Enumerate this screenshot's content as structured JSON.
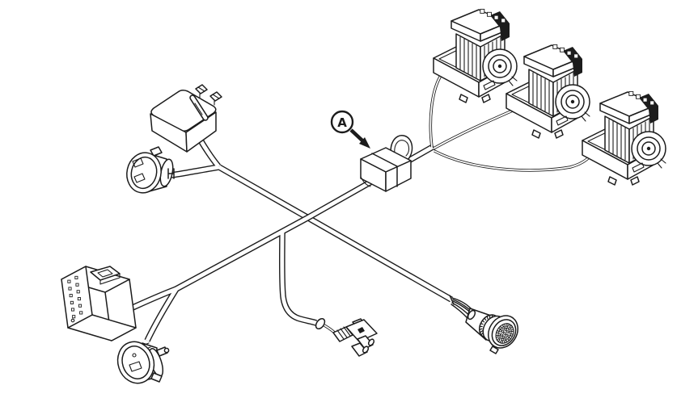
{
  "figure": {
    "background_color": "#ffffff",
    "line_color": "#1c1c1c",
    "band_color": "#161616",
    "callout": {
      "label": "A"
    },
    "components": [
      "harness-clamp",
      "solenoid-valve-connector-1",
      "solenoid-valve-connector-2",
      "solenoid-valve-connector-3",
      "box-connector",
      "round-bayonet-connector-upper",
      "multi-pin-rectangular-connector",
      "round-bayonet-connector-lower",
      "inline-ferrule",
      "two-pin-connector",
      "round-multi-pin-connector",
      "harness-trunk-upper",
      "harness-trunk-lower",
      "branch-lead"
    ]
  }
}
